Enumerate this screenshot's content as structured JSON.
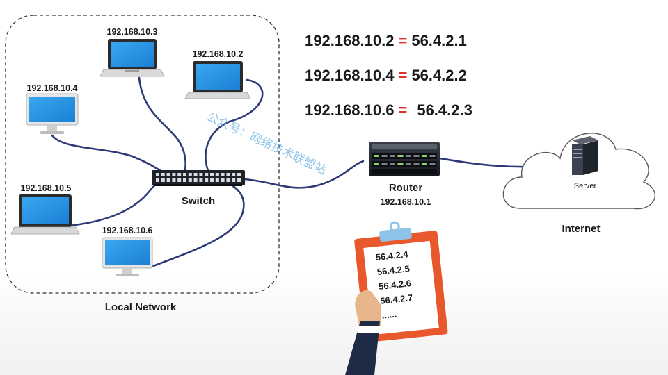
{
  "mappings": [
    {
      "private": "192.168.10.2",
      "sep": "=",
      "public": "56.4.2.1"
    },
    {
      "private": "192.168.10.4",
      "sep": "=",
      "public": "56.4.2.2"
    },
    {
      "private": "192.168.10.6",
      "sep": "=",
      "public": "56.4.2.3"
    }
  ],
  "laptops": [
    {
      "ip": "192.168.10.3"
    },
    {
      "ip": "192.168.10.2"
    },
    {
      "ip": "192.168.10.4"
    },
    {
      "ip": "192.168.10.5"
    },
    {
      "ip": "192.168.10.6"
    }
  ],
  "switch": {
    "label": "Switch"
  },
  "router": {
    "label": "Router",
    "ip": "192.168.10.1"
  },
  "server": {
    "label": "Server"
  },
  "internet": {
    "label": "Internet"
  },
  "local_network": {
    "label": "Local Network"
  },
  "clipboard": {
    "items": [
      "56.4.2.4",
      "56.4.2.5",
      "56.4.2.6",
      "56.4.2.7",
      "......"
    ]
  },
  "watermark": {
    "text": "公众号：网络技术联盟站"
  },
  "colors": {
    "cable": "#2e3a78",
    "screen": "#1d8fe3",
    "accent": "#e0302a",
    "clipboard": "#e8582c"
  }
}
